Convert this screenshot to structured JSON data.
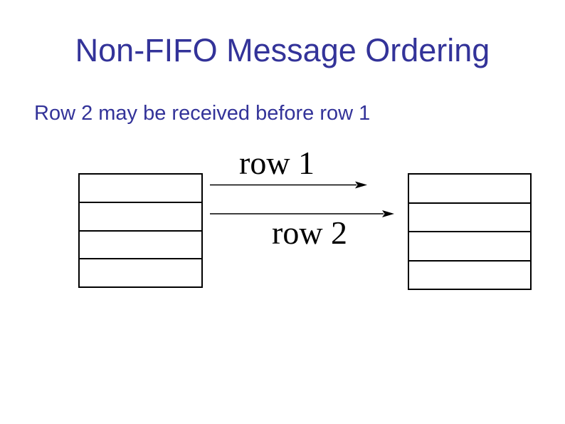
{
  "slide": {
    "title": "Non-FIFO Message Ordering",
    "subtitle": "Row 2 may be received before row 1",
    "colors": {
      "heading_text": "#333399",
      "diagram_lines": "#000000",
      "background": "#ffffff"
    }
  },
  "diagram": {
    "sender_table": {
      "rows": 4
    },
    "receiver_table": {
      "rows": 4
    },
    "messages": [
      {
        "label": "row 1"
      },
      {
        "label": "row 2"
      }
    ]
  }
}
